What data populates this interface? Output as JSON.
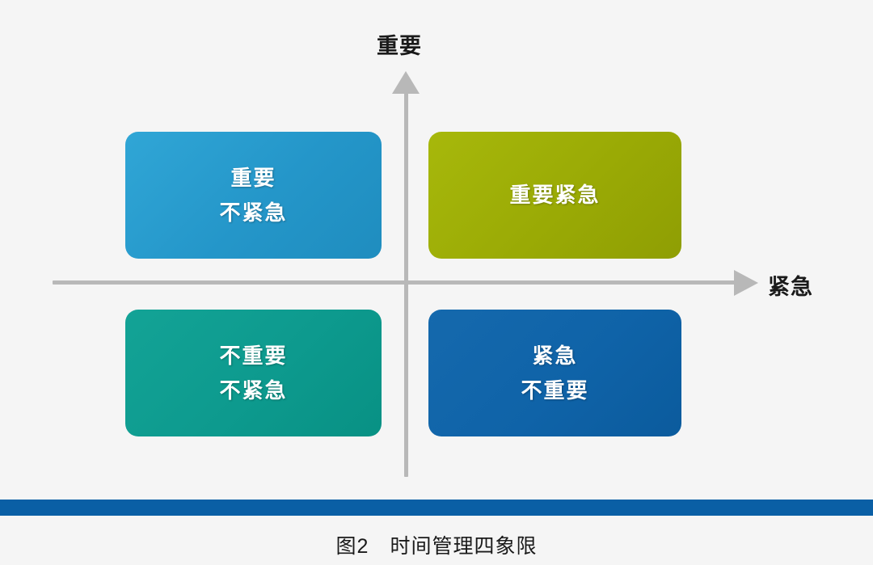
{
  "figure": {
    "background_color": "#f5f5f5",
    "caption": "图2　时间管理四象限",
    "rule_color": "#0a5fa5"
  },
  "axes": {
    "y_label": "重要",
    "x_label": "紧急",
    "axis_color": "#b8b8b8",
    "y_arrow_icon": "arrow-up-icon",
    "x_arrow_icon": "arrow-right-icon"
  },
  "chart_data": {
    "type": "table",
    "title": "图2　时间管理四象限",
    "xlabel": "紧急",
    "ylabel": "重要",
    "grid": false,
    "legend": "none",
    "quadrants": [
      {
        "id": "important-not-urgent",
        "position": "top-left",
        "lines": [
          "重要",
          "不紧急"
        ],
        "color": "#2496c9",
        "important": true,
        "urgent": false
      },
      {
        "id": "important-urgent",
        "position": "top-right",
        "lines": [
          "重要紧急"
        ],
        "color": "#9aaa05",
        "important": true,
        "urgent": true
      },
      {
        "id": "not-important-not-urgent",
        "position": "bottom-left",
        "lines": [
          "不重要",
          "不紧急"
        ],
        "color": "#0d9a8e",
        "important": false,
        "urgent": false
      },
      {
        "id": "urgent-not-important",
        "position": "bottom-right",
        "lines": [
          "紧急",
          "不重要"
        ],
        "color": "#0f63a8",
        "important": false,
        "urgent": true
      }
    ]
  }
}
